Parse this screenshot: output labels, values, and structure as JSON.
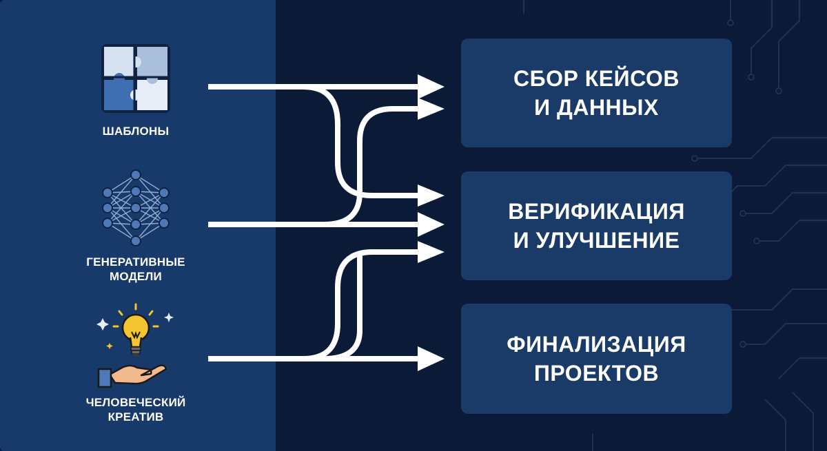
{
  "sources": [
    {
      "label": "ШАБЛОНЫ",
      "icon": "puzzle-icon"
    },
    {
      "label": "ГЕНЕРАТИВНЫЕ\nМОДЕЛИ",
      "icon": "neural-network-icon"
    },
    {
      "label": "ЧЕЛОВЕЧЕСКИЙ\nКРЕАТИВ",
      "icon": "lightbulb-hand-icon"
    }
  ],
  "stages": [
    {
      "label": "СБОР КЕЙСОВ\nИ ДАННЫХ"
    },
    {
      "label": "ВЕРИФИКАЦИЯ\nИ УЛУЧШЕНИЕ"
    },
    {
      "label": "ФИНАЛИЗАЦИЯ\nПРОЕКТОВ"
    }
  ],
  "colors": {
    "left_panel": "#173a6a",
    "right_panel": "#0b1a36",
    "stage_box": "#1a3a68",
    "arrow": "#ffffff",
    "circuit": "#1c3356",
    "bulb": "#f5c431",
    "hand": "#f2b98f",
    "icon_blue": "#4e78b8"
  }
}
